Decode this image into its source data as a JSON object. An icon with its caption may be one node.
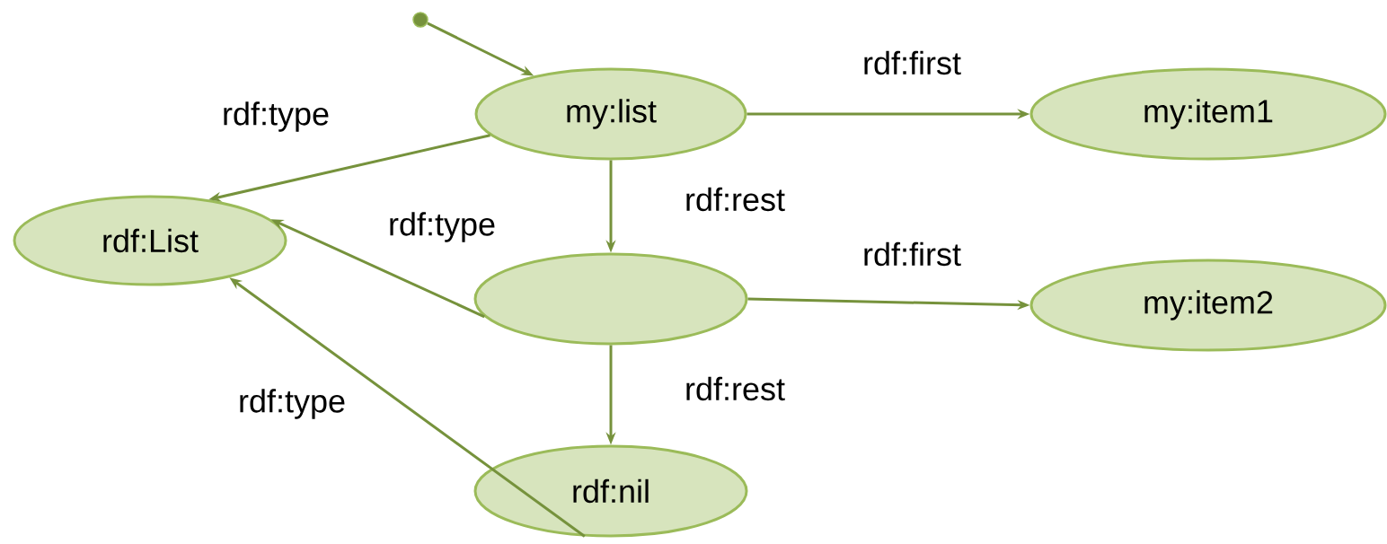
{
  "diagram": {
    "nodes": [
      {
        "text": [],
        "shape": "circle"
      },
      {
        "text": [
          "my:list"
        ]
      },
      {
        "text": [
          "my:item1"
        ]
      },
      {
        "text": [
          "rdf:List"
        ]
      },
      {
        "text": [],
        "shape": "ellipse"
      },
      {
        "text": [
          "my:item2"
        ]
      },
      {
        "text": [
          "rdf:nil"
        ]
      }
    ],
    "edges": [
      {
        "from": 0,
        "to": 1,
        "arrow": "to"
      },
      {
        "from": 1,
        "to": 2,
        "arrow": "to",
        "label": "rdf:first"
      },
      {
        "from": 1,
        "to": 3,
        "arrow": "to",
        "label": "rdf:type"
      },
      {
        "from": 1,
        "to": 4,
        "arrow": "to",
        "label": "rdf:rest"
      },
      {
        "from": 4,
        "to": 3,
        "arrow": "to",
        "label": "rdf:type"
      },
      {
        "from": 4,
        "to": 5,
        "arrow": "to",
        "label": "rdf:first"
      },
      {
        "from": 4,
        "to": 6,
        "arrow": "to",
        "label": "rdf:rest"
      },
      {
        "from": 6,
        "to": 3,
        "arrow": "to",
        "label": "rdf:type"
      }
    ]
  }
}
